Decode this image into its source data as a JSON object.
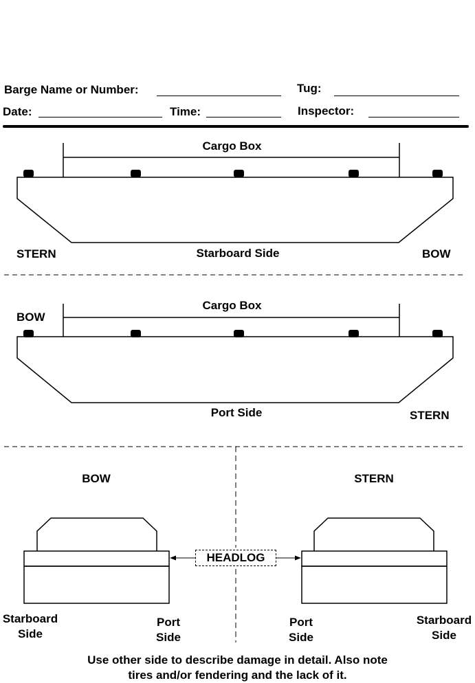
{
  "form": {
    "barge_label": "Barge Name or Number:",
    "tug_label": "Tug:",
    "date_label": "Date:",
    "time_label": "Time:",
    "inspector_label": "Inspector:"
  },
  "starboard_view": {
    "cargo_box_label": "Cargo Box",
    "left_label": "STERN",
    "center_label": "Starboard Side",
    "right_label": "BOW"
  },
  "port_view": {
    "cargo_box_label": "Cargo Box",
    "left_label": "BOW",
    "center_label": "Port Side",
    "right_label": "STERN"
  },
  "end_views": {
    "bow": {
      "title": "BOW",
      "left_label_line1": "Starboard",
      "left_label_line2": "Side",
      "right_label_line1": "Port",
      "right_label_line2": "Side"
    },
    "stern": {
      "title": "STERN",
      "left_label_line1": "Port",
      "left_label_line2": "Side",
      "right_label_line1": "Starboard",
      "right_label_line2": "Side"
    },
    "headlog_label": "HEADLOG"
  },
  "footer": {
    "note_line1": "Use other side to describe damage in detail.  Also note",
    "note_line2": "tires and/or fendering and the lack of it."
  }
}
